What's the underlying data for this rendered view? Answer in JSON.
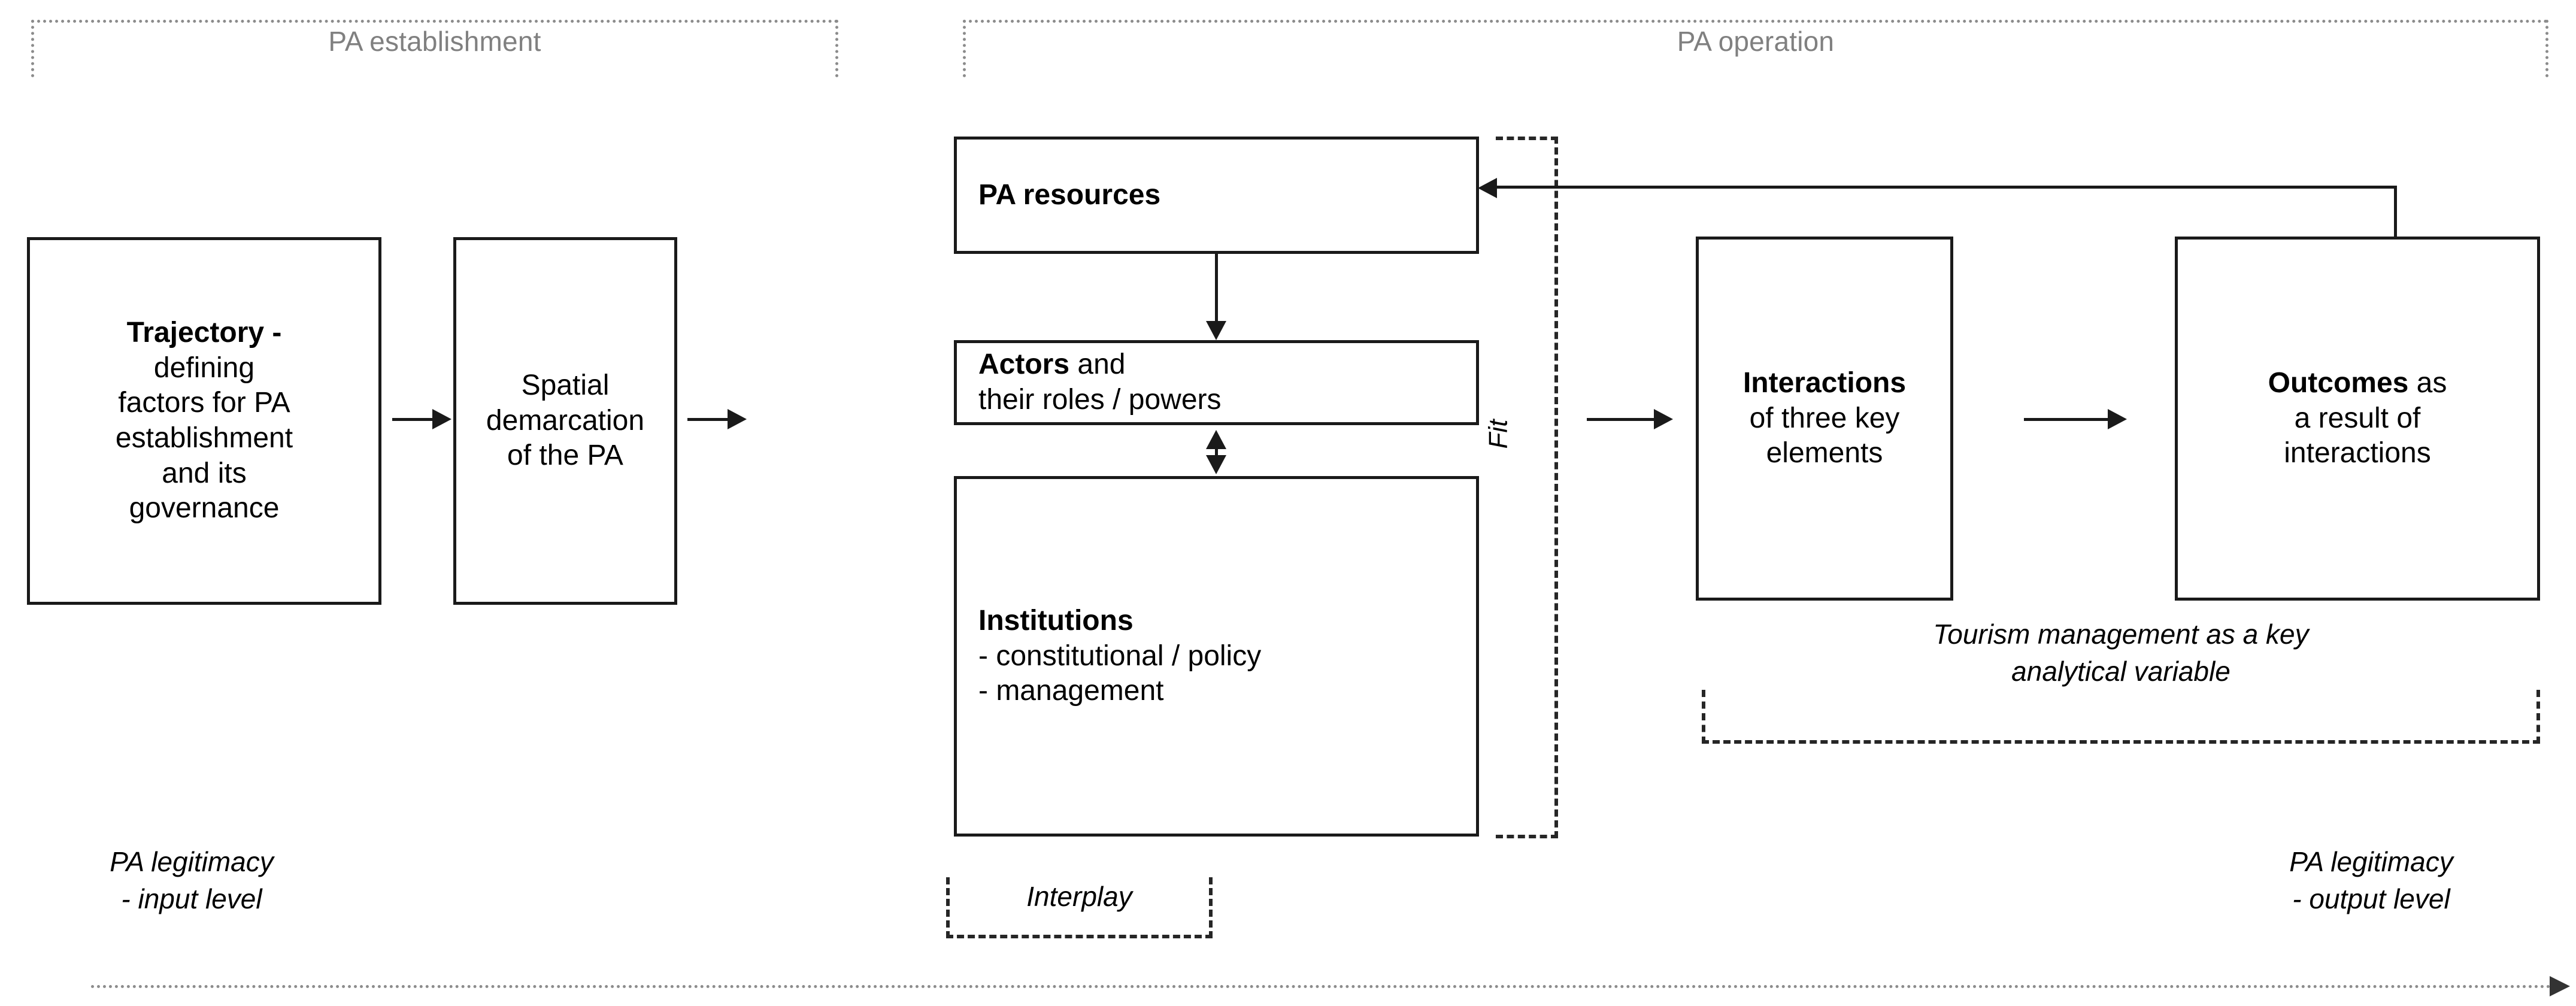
{
  "phases": [
    {
      "id": "pa-establishment",
      "label": "PA establishment"
    },
    {
      "id": "pa-operation",
      "label": "PA operation"
    }
  ],
  "nodes": {
    "trajectory": {
      "lines": [
        {
          "text": "Trajectory -",
          "bold": true
        },
        {
          "text": "defining",
          "bold": false
        },
        {
          "text": "factors for PA",
          "bold": false
        },
        {
          "text": "establishment",
          "bold": false
        },
        {
          "text": "and its",
          "bold": false
        },
        {
          "text": "governance",
          "bold": false
        }
      ]
    },
    "spatial_demarcation": {
      "lines": [
        {
          "text": "Spatial",
          "bold": false
        },
        {
          "text": "demarcation",
          "bold": false
        },
        {
          "text": "of the PA",
          "bold": false
        }
      ]
    },
    "pa_resources": {
      "lines": [
        {
          "text": "PA resources",
          "bold": true
        }
      ]
    },
    "actors": {
      "lines": [
        {
          "text": "Actors",
          "bold": true,
          "suffix": " and"
        },
        {
          "text": "their roles / powers",
          "bold": false
        }
      ]
    },
    "institutions": {
      "lines": [
        {
          "text": "Institutions",
          "bold": true
        },
        {
          "text": "- constitutional / policy",
          "bold": false
        },
        {
          "text": "- management",
          "bold": false
        }
      ]
    },
    "interactions": {
      "lines": [
        {
          "text": "Interactions",
          "bold": true
        },
        {
          "text": "of three key",
          "bold": false
        },
        {
          "text": "elements",
          "bold": false
        }
      ]
    },
    "outcomes": {
      "lines": [
        {
          "text": "Outcomes",
          "bold": true,
          "suffix": " as"
        },
        {
          "text": "a result of",
          "bold": false
        },
        {
          "text": "interactions",
          "bold": false
        }
      ]
    }
  },
  "annotations": {
    "fit": "Fit",
    "interplay": "Interplay",
    "tourism_management_line1": "Tourism management as a key",
    "tourism_management_line2": "analytical variable",
    "legitimacy_input_line1": "PA legitimacy",
    "legitimacy_input_line2": "- input level",
    "legitimacy_output_line1": "PA legitimacy",
    "legitimacy_output_line2": "- output level"
  },
  "colors": {
    "stroke": "#1a1a1a",
    "dashed": "#262626",
    "phase_dotted": "#8c8c8c",
    "phase_label": "#808080",
    "background": "#ffffff"
  }
}
